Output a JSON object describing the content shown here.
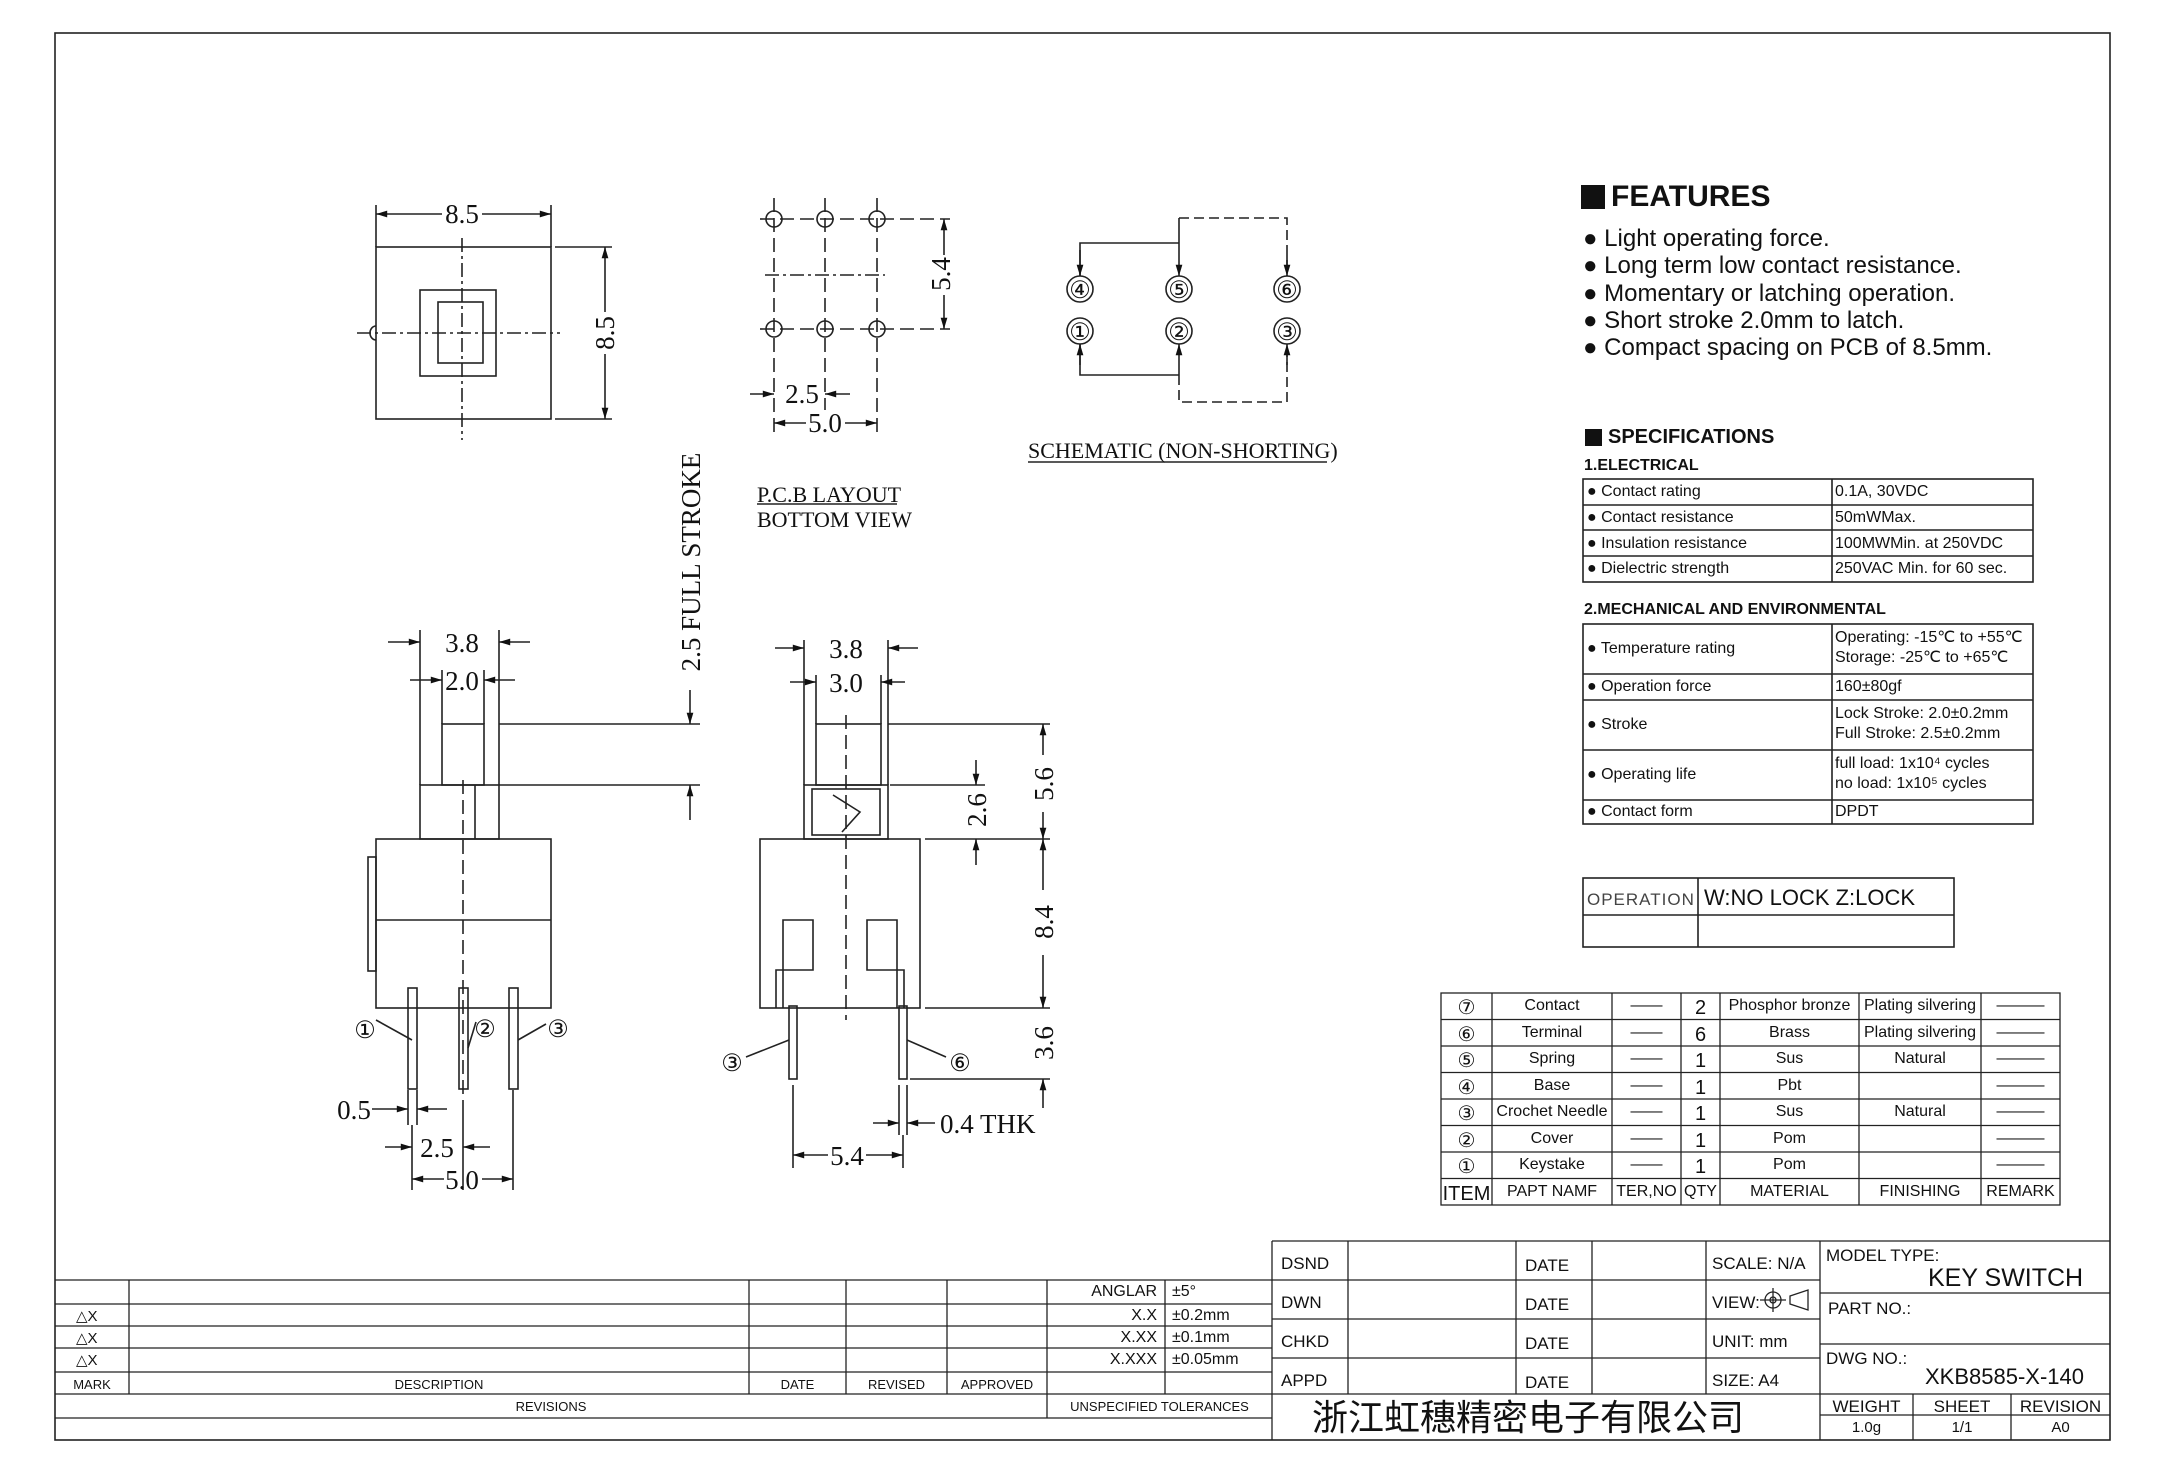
{
  "features": {
    "title": "FEATURES",
    "items": [
      "Light operating force.",
      "Long term low contact resistance.",
      "Momentary or latching operation.",
      "Short stroke 2.0mm to latch.",
      "Compact spacing on PCB of  8.5mm."
    ]
  },
  "specifications": {
    "title": "SPECIFICATIONS",
    "electrical": {
      "heading": "1.ELECTRICAL",
      "rows": [
        {
          "label": "Contact rating",
          "value": "0.1A, 30VDC"
        },
        {
          "label": "Contact resistance",
          "value": "50mWMax."
        },
        {
          "label": "Insulation resistance",
          "value": "100MWMin. at 250VDC"
        },
        {
          "label": "Dielectric strength",
          "value": "250VAC Min. for 60 sec."
        }
      ]
    },
    "mechanical": {
      "heading": "2.MECHANICAL AND ENVIRONMENTAL",
      "rows": [
        {
          "label": "Temperature rating",
          "value": "Operating: -15℃ to +55℃",
          "value2": "Storage: -25℃ to +65℃"
        },
        {
          "label": "Operation force",
          "value": "160±80gf",
          "value2": ""
        },
        {
          "label": "Stroke",
          "value": "Lock Stroke: 2.0±0.2mm",
          "value2": "Full Stroke: 2.5±0.2mm"
        },
        {
          "label": "Operating life",
          "value": "full load: 1x10⁴ cycles",
          "value2": "no load: 1x10⁵ cycles"
        },
        {
          "label": "Contact form",
          "value": "DPDT",
          "value2": ""
        }
      ]
    }
  },
  "operation": {
    "label": "OPERATION",
    "value": "W:NO LOCK Z:LOCK"
  },
  "bom": {
    "rows": [
      {
        "item": "⑦",
        "name": "Contact",
        "ter": "——",
        "qty": "2",
        "material": "Phosphor bronze",
        "finishing": "Plating silvering",
        "remark": "———"
      },
      {
        "item": "⑥",
        "name": "Terminal",
        "ter": "——",
        "qty": "6",
        "material": "Brass",
        "finishing": "Plating silvering",
        "remark": "———"
      },
      {
        "item": "⑤",
        "name": "Spring",
        "ter": "——",
        "qty": "1",
        "material": "Sus",
        "finishing": "Natural",
        "remark": "———"
      },
      {
        "item": "④",
        "name": "Base",
        "ter": "——",
        "qty": "1",
        "material": "Pbt",
        "finishing": "",
        "remark": "———"
      },
      {
        "item": "③",
        "name": "Crochet Needle",
        "ter": "——",
        "qty": "1",
        "material": "Sus",
        "finishing": "Natural",
        "remark": "———"
      },
      {
        "item": "②",
        "name": "Cover",
        "ter": "——",
        "qty": "1",
        "material": "Pom",
        "finishing": "",
        "remark": "———"
      },
      {
        "item": "①",
        "name": "Keystake",
        "ter": "——",
        "qty": "1",
        "material": "Pom",
        "finishing": "",
        "remark": "———"
      }
    ],
    "headers": {
      "item": "ITEM",
      "name": "PAPT NAMF",
      "ter": "TER,NO",
      "qty": "QTY",
      "material": "MATERIAL",
      "finishing": "FINISHING",
      "remark": "REMARK"
    }
  },
  "drawing": {
    "top_view": {
      "width": "8.5",
      "height": "8.5"
    },
    "pcb": {
      "pitch_y": "5.4",
      "pitch_x": "2.5",
      "span_x": "5.0",
      "title1": "P.C.B LAYOUT",
      "title2": "BOTTOM VIEW"
    },
    "schematic": {
      "label": "SCHEMATIC (NON-SHORTING)",
      "pins": [
        "④",
        "⑤",
        "⑥",
        "①",
        "②",
        "③"
      ]
    },
    "side_left": {
      "outer": "3.8",
      "inner": "2.0",
      "stroke": "2.5 FULL STROKE",
      "pin_w": "0.5",
      "pitch": "2.5",
      "span": "5.0",
      "callouts": [
        "①",
        "②",
        "③"
      ]
    },
    "side_right": {
      "outer": "3.8",
      "inner": "3.0",
      "h_top": "5.6",
      "h_btn": "2.6",
      "h_body": "8.4",
      "h_pin": "3.6",
      "thk": "0.4 THK",
      "span": "5.4",
      "callouts": [
        "③",
        "⑥"
      ]
    }
  },
  "revisions": {
    "rows": [
      {
        "mark": "",
        "tol_label": "ANGLAR",
        "tol_value": "±5°"
      },
      {
        "mark": "△X",
        "tol_label": "X.X",
        "tol_value": "±0.2mm"
      },
      {
        "mark": "△X",
        "tol_label": "X.XX",
        "tol_value": "±0.1mm"
      },
      {
        "mark": "△X",
        "tol_label": "X.XXX",
        "tol_value": "±0.05mm"
      }
    ],
    "headers": {
      "mark": "MARK",
      "description": "DESCRIPTION",
      "date": "DATE",
      "revised": "REVISED",
      "approved": "APPROVED"
    },
    "footer": "REVISIONS",
    "tolerances_label": "UNSPECIFIED TOLERANCES"
  },
  "title_block": {
    "rows": [
      {
        "role": "DSND",
        "date": "DATE",
        "info": "SCALE: N/A"
      },
      {
        "role": "DWN",
        "date": "DATE",
        "info": "VIEW:"
      },
      {
        "role": "CHKD",
        "date": "DATE",
        "info": "UNIT: mm"
      },
      {
        "role": "APPD",
        "date": "DATE",
        "info": "SIZE: A4"
      }
    ],
    "model_type_label": "MODEL TYPE:",
    "model_type": "KEY SWITCH",
    "part_no_label": "PART NO.:",
    "dwg_no_label": "DWG NO.:",
    "dwg_no": "XKB8585-X-140",
    "weight_label": "WEIGHT",
    "weight": "1.0g",
    "sheet_label": "SHEET",
    "sheet": "1/1",
    "revision_label": "REVISION",
    "revision": "A0",
    "company": "浙江虹穗精密电子有限公司"
  }
}
